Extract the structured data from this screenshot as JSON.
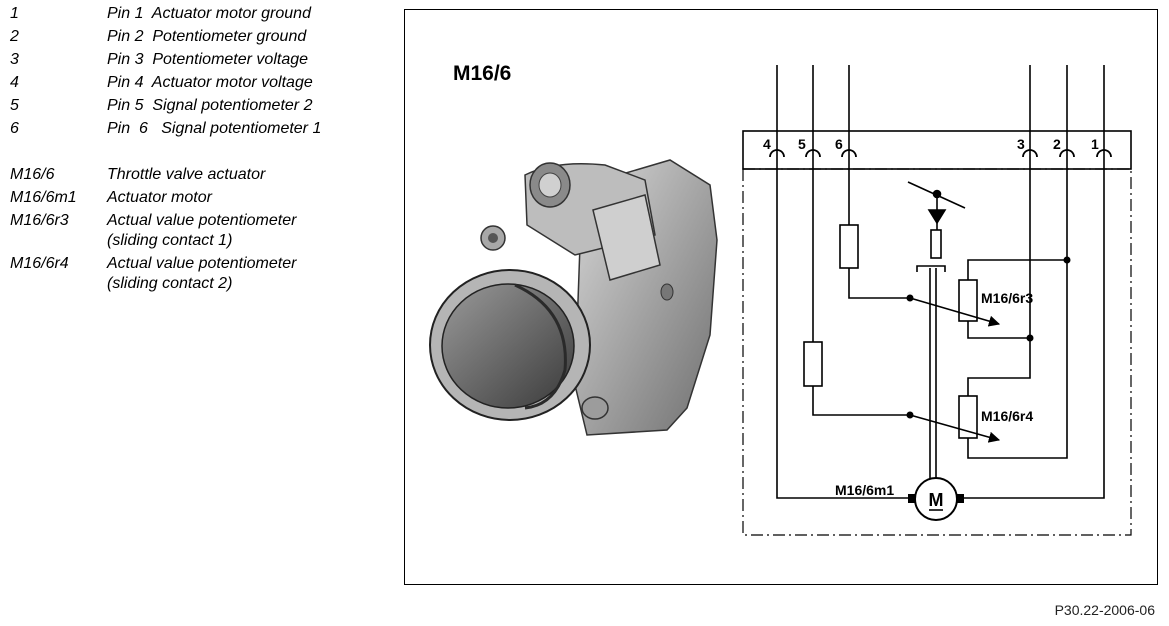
{
  "legend": {
    "pins": [
      {
        "key": "1",
        "desc": "Pin 1  Actuator motor ground"
      },
      {
        "key": "2",
        "desc": "Pin 2  Potentiometer ground"
      },
      {
        "key": "3",
        "desc": "Pin 3  Potentiometer voltage"
      },
      {
        "key": "4",
        "desc": "Pin 4  Actuator motor voltage"
      },
      {
        "key": "5",
        "desc": "Pin 5  Signal potentiometer 2"
      },
      {
        "key": "6",
        "desc": "Pin  6   Signal potentiometer 1"
      }
    ],
    "components": [
      {
        "key": "M16/6",
        "desc": "Throttle valve actuator"
      },
      {
        "key": "M16/6m1",
        "desc": "Actuator motor"
      },
      {
        "key": "M16/6r3",
        "desc": "Actual value potentiometer",
        "desc2": "(sliding contact 1)"
      },
      {
        "key": "M16/6r4",
        "desc": "Actual value potentiometer",
        "desc2": "(sliding contact 2)"
      }
    ]
  },
  "diagram": {
    "title": "M16/6",
    "pin_labels": [
      "4",
      "5",
      "6",
      "3",
      "2",
      "1"
    ],
    "r3_label": "M16/6r3",
    "r4_label": "M16/6r4",
    "motor_label": "M16/6m1",
    "motor_symbol": "M"
  },
  "footer": {
    "code": "P30.22-2006-06"
  }
}
